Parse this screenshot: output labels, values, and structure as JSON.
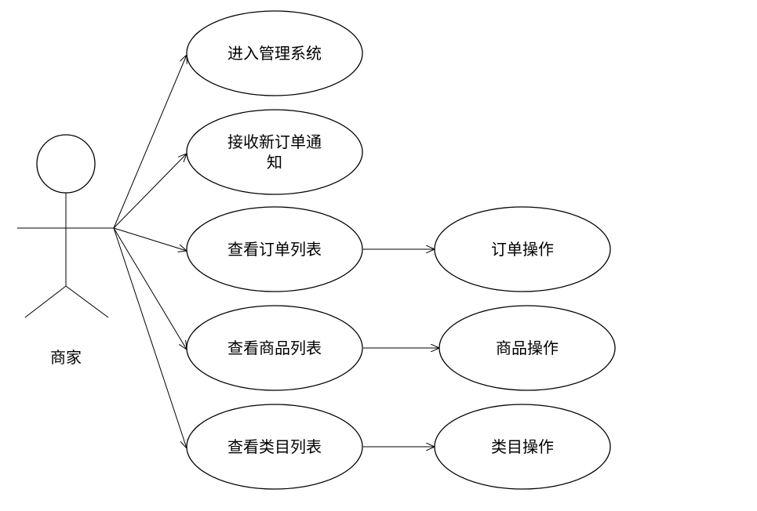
{
  "actor": {
    "label": "商家"
  },
  "use_cases": [
    {
      "id": "uc1",
      "lines": [
        "进入管理系统"
      ]
    },
    {
      "id": "uc2",
      "lines": [
        "接收新订单通",
        "知"
      ]
    },
    {
      "id": "uc3",
      "lines": [
        "查看订单列表"
      ]
    },
    {
      "id": "uc4",
      "lines": [
        "查看商品列表"
      ]
    },
    {
      "id": "uc5",
      "lines": [
        "查看类目列表"
      ]
    },
    {
      "id": "uc6",
      "lines": [
        "订单操作"
      ]
    },
    {
      "id": "uc7",
      "lines": [
        "商品操作"
      ]
    },
    {
      "id": "uc8",
      "lines": [
        "类目操作"
      ]
    }
  ],
  "relations": [
    {
      "from": "actor",
      "to": "uc1"
    },
    {
      "from": "actor",
      "to": "uc2"
    },
    {
      "from": "actor",
      "to": "uc3"
    },
    {
      "from": "actor",
      "to": "uc4"
    },
    {
      "from": "actor",
      "to": "uc5"
    },
    {
      "from": "uc3",
      "to": "uc6"
    },
    {
      "from": "uc4",
      "to": "uc7"
    },
    {
      "from": "uc5",
      "to": "uc8"
    }
  ]
}
